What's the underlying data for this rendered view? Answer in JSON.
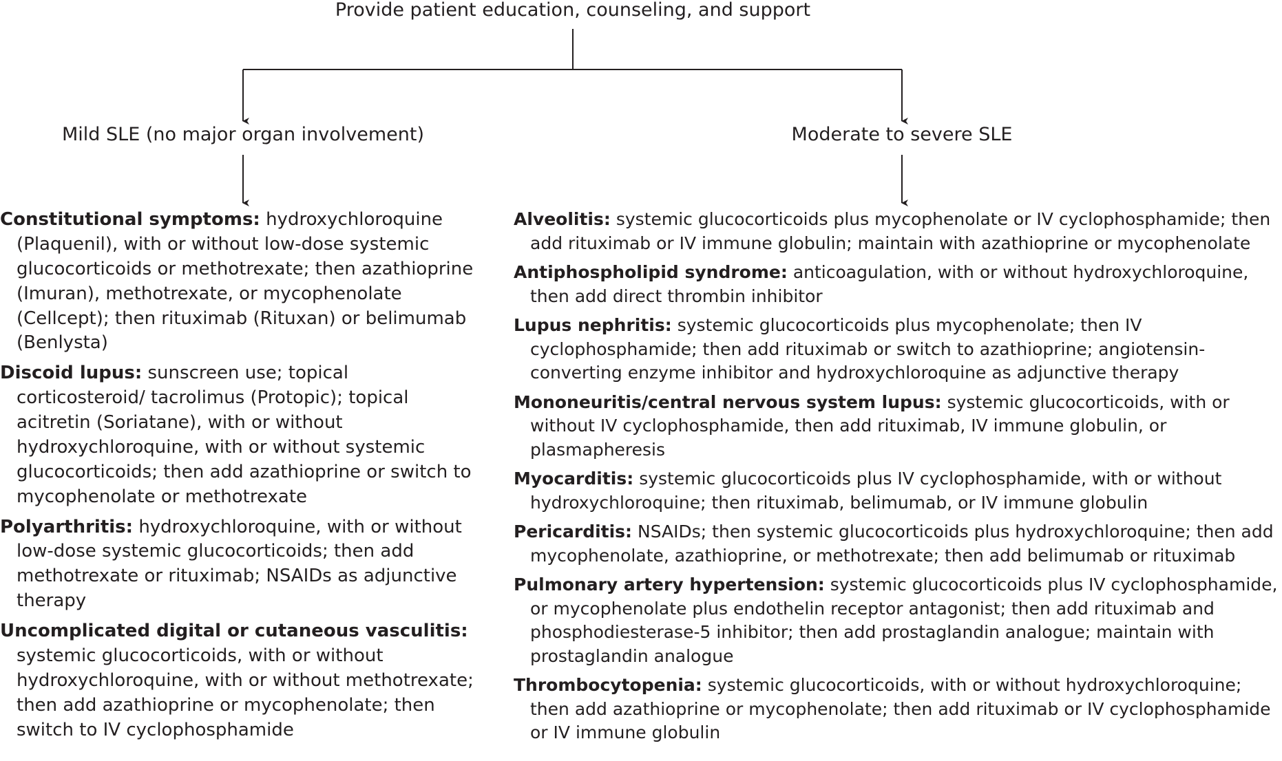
{
  "root": {
    "label": "Provide patient education, counseling, and support"
  },
  "branches": [
    {
      "label": "Mild SLE (no major organ involvement)",
      "items": [
        {
          "term": "Constitutional symptoms:",
          "text": "hydroxychloroquine (Plaquenil), with or without low-dose systemic glucocorticoids or methotrexate; then azathioprine (Imuran), methotrexate, or mycophenolate (Cellcept); then rituximab (Rituxan) or belimumab (Benlysta)"
        },
        {
          "term": "Discoid lupus:",
          "text": "sunscreen use; topical corticosteroid/ tacrolimus (Protopic); topical acitretin (Soriatane), with or without hydroxychloroquine, with or without systemic glucocorticoids; then add azathioprine or switch to mycophenolate or methotrexate"
        },
        {
          "term": "Polyarthritis:",
          "text": "hydroxychloroquine, with or without low-dose systemic glucocorticoids; then add methotrexate or rituximab; NSAIDs as adjunctive therapy"
        },
        {
          "term": "Uncomplicated digital or cutaneous vasculitis:",
          "text": "systemic glucocorticoids, with or without hydroxychloroquine, with or without methotrexate; then add azathioprine or mycophenolate; then switch to IV cyclophosphamide"
        }
      ]
    },
    {
      "label": "Moderate to severe SLE",
      "items": [
        {
          "term": "Alveolitis:",
          "text": "systemic glucocorticoids plus mycophenolate or IV cyclophosphamide; then add rituximab or IV immune globulin; maintain with azathioprine or mycophenolate"
        },
        {
          "term": "Antiphospholipid syndrome:",
          "text": "anticoagulation, with or without hydroxychloroquine, then add direct thrombin inhibitor"
        },
        {
          "term": "Lupus nephritis:",
          "text": "systemic glucocorticoids plus mycophenolate; then IV cyclophosphamide; then add rituximab or switch to azathioprine; angiotensin-converting enzyme inhibitor and hydroxychloroquine as adjunctive therapy"
        },
        {
          "term": "Mononeuritis/central nervous system lupus:",
          "text": "systemic glucocorticoids, with or without IV cyclophosphamide, then add rituximab, IV immune globulin, or plasmapheresis"
        },
        {
          "term": "Myocarditis:",
          "text": "systemic glucocorticoids plus IV cyclophosphamide, with or without hydroxychloroquine; then rituximab, belimumab, or IV immune globulin"
        },
        {
          "term": "Pericarditis:",
          "text": "NSAIDs; then systemic glucocorticoids plus hydroxychloroquine; then add mycophenolate, azathioprine, or methotrexate; then add belimumab or rituximab"
        },
        {
          "term": "Pulmonary artery hypertension:",
          "text": "systemic glucocorticoids plus IV cyclophosphamide, or mycophenolate plus endothelin receptor antagonist; then add rituximab and phosphodiesterase-5 inhibitor; then add prostaglandin analogue; maintain with prostaglandin analogue"
        },
        {
          "term": "Thrombocytopenia:",
          "text": "systemic glucocorticoids, with or without hydroxychloroquine; then add azathioprine or mycophenolate; then add rituximab or IV cyclophosphamide or IV immune globulin"
        }
      ]
    }
  ]
}
